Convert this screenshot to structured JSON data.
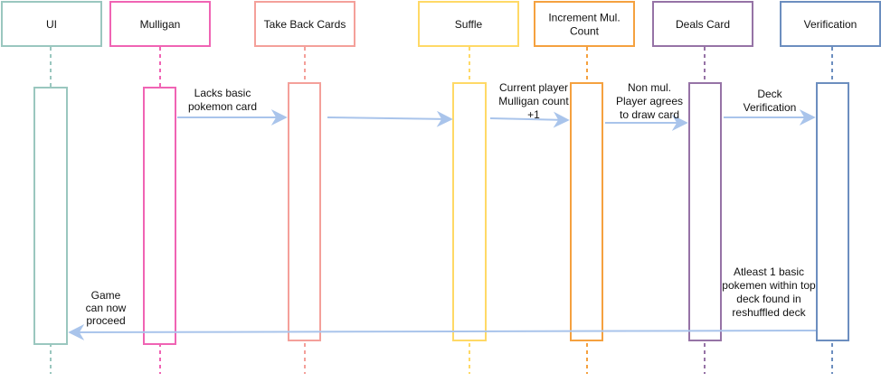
{
  "participants": [
    {
      "id": "ui",
      "lines": [
        "UI"
      ],
      "color": "#9ac7bf"
    },
    {
      "id": "mulligan",
      "lines": [
        "Mulligan"
      ],
      "color": "#f064b4"
    },
    {
      "id": "take-back",
      "lines": [
        "Take Back Cards"
      ],
      "color": "#f4a09a"
    },
    {
      "id": "shuffle",
      "lines": [
        "Suffle"
      ],
      "color": "#ffd966"
    },
    {
      "id": "increment",
      "lines": [
        "Increment Mul.",
        "Count"
      ],
      "color": "#f5a13f"
    },
    {
      "id": "deals",
      "lines": [
        "Deals Card"
      ],
      "color": "#9673a6"
    },
    {
      "id": "verification",
      "lines": [
        "Verification"
      ],
      "color": "#6c8ebf"
    }
  ],
  "messages": [
    {
      "id": "lacks-basic",
      "lines": [
        "Lacks basic",
        "pokemon card"
      ]
    },
    {
      "id": "to-shuffle",
      "lines": []
    },
    {
      "id": "mulligan-count",
      "lines": [
        "Current player",
        "Mulligan count",
        "+1"
      ]
    },
    {
      "id": "non-mul",
      "lines": [
        "Non mul.",
        "Player agrees",
        "to draw card"
      ]
    },
    {
      "id": "deck-verification",
      "lines": [
        "Deck",
        "Verification"
      ]
    },
    {
      "id": "game-proceed",
      "lines": [
        "Atleast 1 basic",
        "pokemen within top",
        "deck found in",
        "reshuffled deck"
      ]
    },
    {
      "id": "game-label",
      "lines": [
        "Game",
        "can now",
        "proceed"
      ]
    }
  ],
  "colors": {
    "arrow": "#a9c4eb",
    "text": "#111111"
  }
}
